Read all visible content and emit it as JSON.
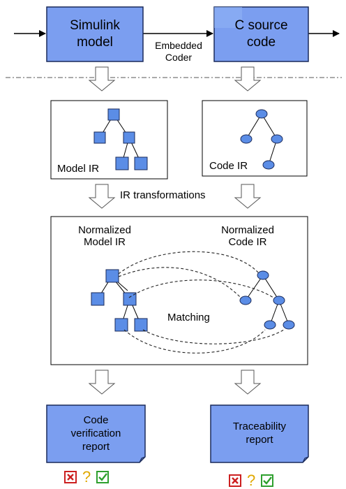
{
  "top": {
    "simulink_box": "Simulink\nmodel",
    "c_source_box": "C source\ncode",
    "arrow_label": "Embedded\nCoder"
  },
  "ir_panels": {
    "model_ir_label": "Model IR",
    "code_ir_label": "Code IR",
    "transform_label": "IR transformations"
  },
  "matching_panel": {
    "normalized_model_label": "Normalized\nModel IR",
    "normalized_code_label": "Normalized\nCode IR",
    "matching_label": "Matching"
  },
  "reports": {
    "verification_report": "Code\nverification\nreport",
    "traceability_report": "Traceability\nreport"
  },
  "status_icons": {
    "items": [
      "x-box-icon",
      "question-mark-icon",
      "check-box-icon"
    ],
    "question_glyph": "?",
    "colors": {
      "fail": "#cc2020",
      "unknown": "#e0a800",
      "pass": "#2ea02e"
    }
  },
  "colors": {
    "fill_blue": "#7b9ef0",
    "node_blue": "#5b8de6",
    "border": "#1a2a5a"
  }
}
